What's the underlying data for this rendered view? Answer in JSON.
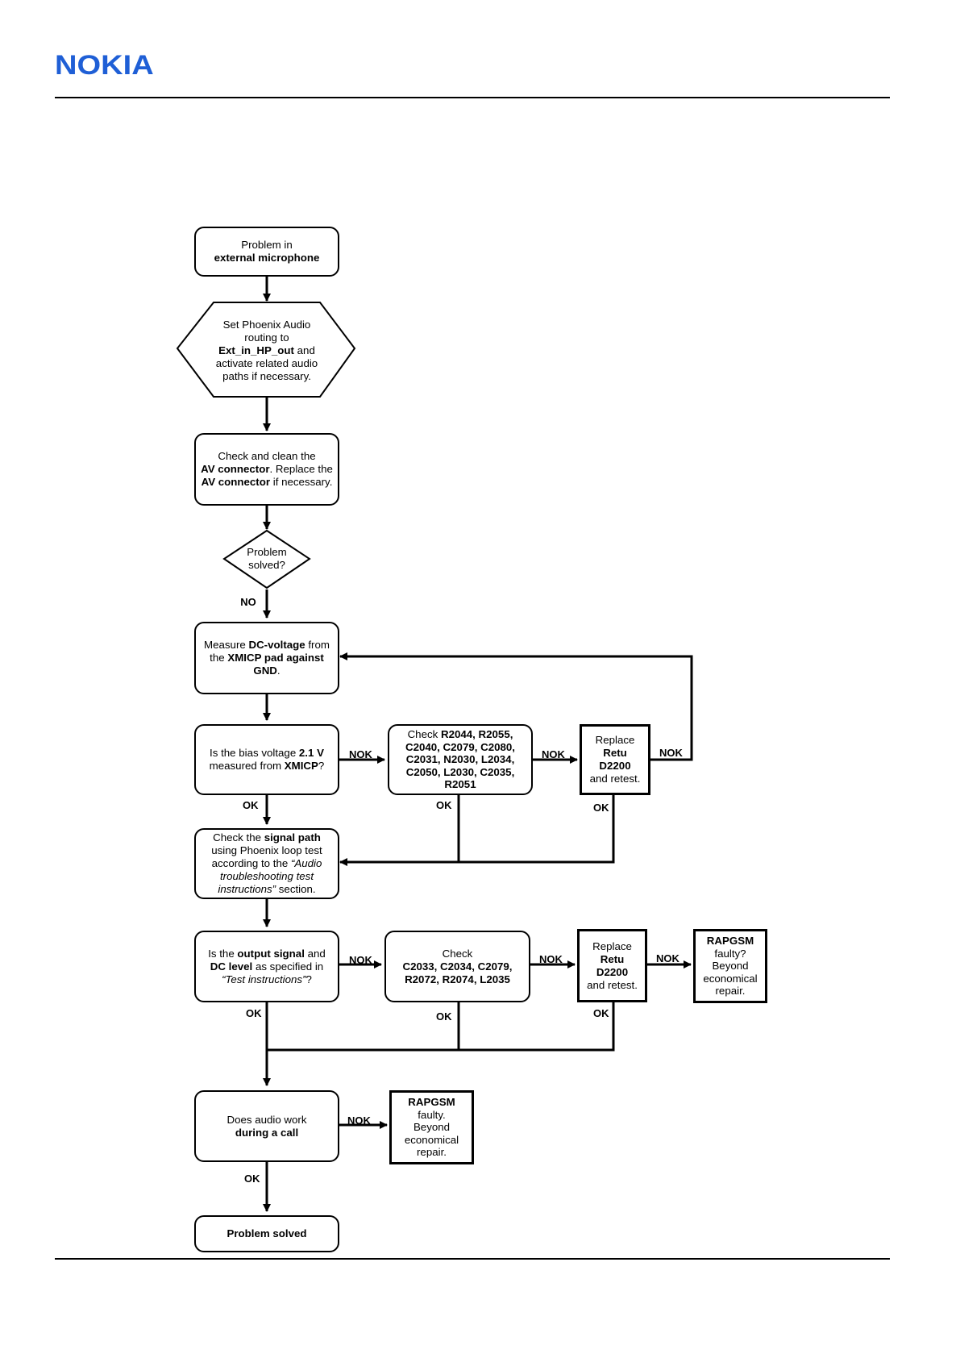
{
  "header": {
    "brand": "NOKIA",
    "brand_color": "#1f5fd6"
  },
  "flowchart": {
    "start": {
      "line1": "Problem in",
      "line2_bold": "external microphone"
    },
    "set_routing": {
      "line1": "Set Phoenix Audio",
      "line2": "routing to",
      "line3_bold": "Ext_in_HP_out",
      "line3_rest": " and",
      "line4": "activate related audio",
      "line5": "paths if necessary."
    },
    "check_av": {
      "line1": "Check and clean the",
      "line2_bold": "AV connector",
      "line2_rest": ". Replace the",
      "line3_bold": "AV connector",
      "line3_rest": " if necessary."
    },
    "decision_solved": {
      "line1": "Problem",
      "line2": "solved?"
    },
    "label_no": "NO",
    "measure_dc": {
      "p1": "Measure ",
      "p1_bold": "DC-voltage",
      "p1_rest": " from",
      "p2": "the ",
      "p2_bold": "XMICP pad against",
      "p3_bold": "GND",
      "p3_rest": "."
    },
    "bias_check": {
      "p1": "Is the bias voltage ",
      "p1_bold": "2.1 V",
      "p2": "measured from ",
      "p2_bold": "XMICP",
      "p2_rest": "?"
    },
    "check_resistors_1": {
      "p1": "Check ",
      "p1_bold": "R2044, R2055,",
      "p2_bold": "C2040, C2079, C2080,",
      "p3_bold": "C2031, N2030, L2034,",
      "p4_bold": "C2050, L2030, C2035,",
      "p5_bold": "R2051"
    },
    "replace_retu_1": {
      "line1": "Replace",
      "line2_bold": "Retu D2200",
      "line3": "and retest."
    },
    "signal_path": {
      "p1": "Check the ",
      "p1_bold": "signal path",
      "p2": "using Phoenix loop test",
      "p3": "according to the ",
      "p3_italic": "“Audio",
      "p4_italic": "troubleshooting test",
      "p5_italic": "instructions”",
      "p5_rest": " section."
    },
    "output_check": {
      "p1": "Is the ",
      "p1_bold": "output signal",
      "p1_rest": " and",
      "p2_bold": "DC level",
      "p2_rest": " as specified in",
      "p3_italic": "“Test instructions”",
      "p3_rest": "?"
    },
    "check_resistors_2": {
      "p1": "Check",
      "p2_bold": "C2033, C2034, C2079,",
      "p3_bold": "R2072, R2074, L2035"
    },
    "replace_retu_2": {
      "line1": "Replace",
      "line2_bold": "Retu D2200",
      "line3": "and retest."
    },
    "rapgsm_1": {
      "line1_bold": "RAPGSM",
      "line2": "faulty?",
      "line3": "Beyond",
      "line4": "economical",
      "line5": "repair."
    },
    "audio_call": {
      "line1": "Does audio work",
      "line2_bold": "during a call"
    },
    "rapgsm_2": {
      "line1_bold": "RAPGSM",
      "line2": "faulty.",
      "line3": "Beyond",
      "line4": "economical",
      "line5": "repair."
    },
    "end": {
      "label_bold": "Problem solved"
    },
    "labels": {
      "nok": "NOK",
      "ok": "OK"
    }
  }
}
